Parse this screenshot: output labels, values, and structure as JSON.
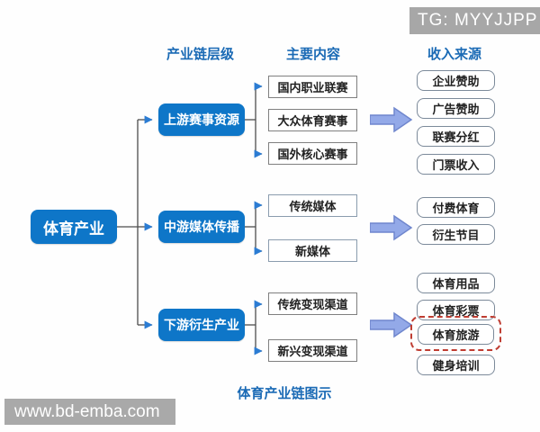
{
  "watermarks": {
    "tg": "TG: MYYJJPP",
    "site": "www.bd-emba.com"
  },
  "caption": "体育产业链图示",
  "headers": {
    "tier": "产业链层级",
    "content": "主要内容",
    "income": "收入来源"
  },
  "root": {
    "label": "体育产业"
  },
  "tiers": [
    {
      "label": "上游赛事资源",
      "contents": [
        "国内职业联赛",
        "大众体育赛事",
        "国外核心赛事"
      ],
      "incomes": [
        "企业赞助",
        "广告赞助",
        "联赛分红",
        "门票收入"
      ]
    },
    {
      "label": "中游媒体传播",
      "contents": [
        "传统媒体",
        "新媒体"
      ],
      "incomes": [
        "付费体育",
        "衍生节目"
      ]
    },
    {
      "label": "下游衍生产业",
      "contents": [
        "传统变现渠道",
        "新兴变现渠道"
      ],
      "incomes": [
        "体育用品",
        "体育彩票",
        "体育旅游",
        "健身培训"
      ],
      "highlighted_income": "体育旅游"
    }
  ],
  "colors": {
    "node_blue": "#0e76c8",
    "header_blue": "#1a6ab5",
    "flow_arrow_fill": "#93a9e8",
    "flow_arrow_stroke": "#6f86cd",
    "connector_line": "#4d4d4d",
    "connector_arrowhead": "#2b7cd3",
    "highlight_red": "#bf3d32",
    "watermark_gray": "#a7a7a7"
  }
}
